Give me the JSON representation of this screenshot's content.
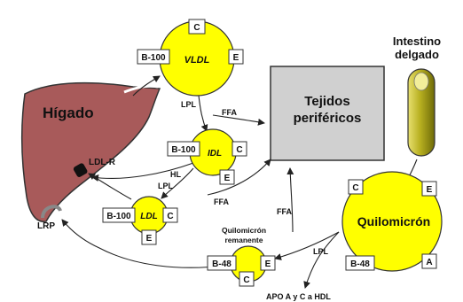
{
  "organs": {
    "liver": "Hígado",
    "peripheral_line1": "Tejidos",
    "peripheral_line2": "periféricos",
    "intestine_line1": "Intestino",
    "intestine_line2": "delgado"
  },
  "receptors": {
    "ldl_r": "LDL-R",
    "lrp": "LRP"
  },
  "particles": {
    "vldl": {
      "name": "VLDL",
      "apos": [
        "C",
        "B-100",
        "E"
      ]
    },
    "idl": {
      "name": "IDL",
      "apos": [
        "B-100",
        "C",
        "E"
      ]
    },
    "ldl": {
      "name": "LDL",
      "apos": [
        "B-100",
        "C",
        "E"
      ]
    },
    "quilomicron": {
      "name": "Quilomicrón",
      "apos": [
        "C",
        "E",
        "B-48",
        "A"
      ]
    },
    "remanente": {
      "name_line1": "Quilomicrón",
      "name_line2": "remanente",
      "apos": [
        "B-48",
        "E",
        "C"
      ]
    }
  },
  "flow_labels": {
    "lpl_vldl": "LPL",
    "ffa_vldl": "FFA",
    "hl": "HL",
    "lpl_idl": "LPL",
    "ffa_idl": "FFA",
    "ffa_quilo": "FFA",
    "lpl_quilo": "LPL",
    "apo_hdl": "APO A y C a HDL"
  },
  "colors": {
    "particle": "#ffff00",
    "liver": "#a85a5a",
    "tissue": "#d0d0d0",
    "intestine": "#b0aa1a"
  }
}
